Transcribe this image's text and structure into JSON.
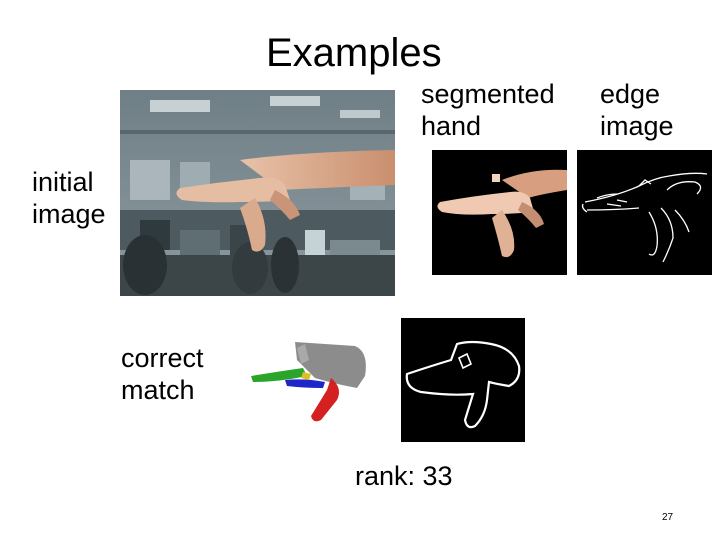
{
  "title": "Examples",
  "labels": {
    "segmented_line1": "segmented",
    "segmented_line2": "hand",
    "edge_line1": "edge",
    "edge_line2": "image",
    "initial_line1": "initial",
    "initial_line2": "image",
    "correct_line1": "correct",
    "correct_line2": "match"
  },
  "rank_text": "rank: 33",
  "page_number": "27"
}
